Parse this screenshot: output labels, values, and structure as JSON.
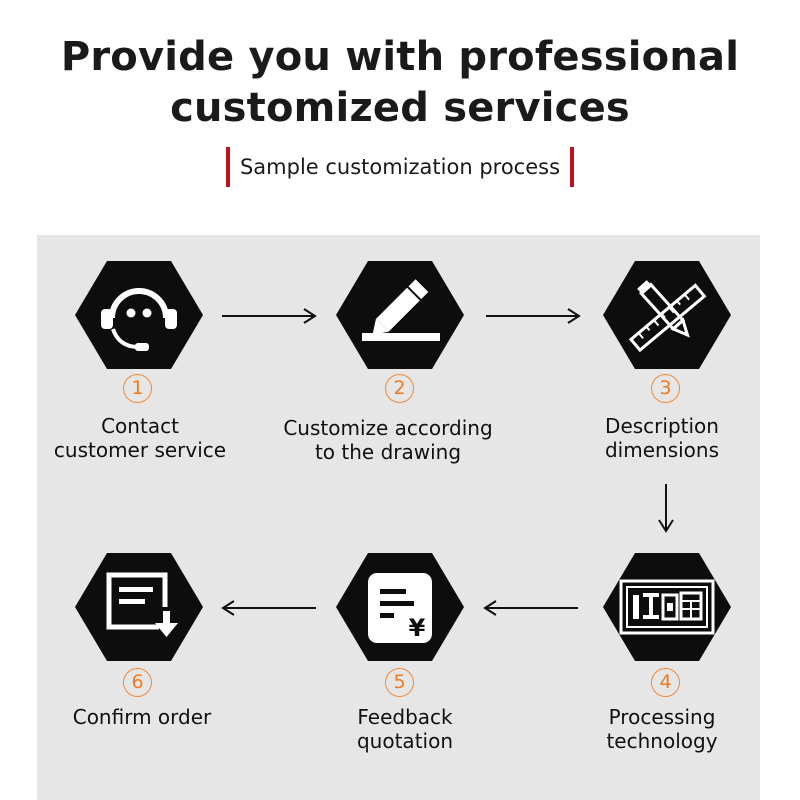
{
  "header": {
    "title_line1": "Provide you with professional",
    "title_line2": "customized services",
    "subtitle": "Sample customization process"
  },
  "colors": {
    "accent_red": "#c0121a",
    "step_number_orange": "#ef7a1f",
    "panel_bg": "#e6e6e6",
    "hex_fill": "#0d0d0d"
  },
  "steps": [
    {
      "number": "1",
      "icon": "headset-icon",
      "line1": "Contact",
      "line2": "customer service"
    },
    {
      "number": "2",
      "icon": "pencil-icon",
      "line1": "Customize according",
      "line2": "to the drawing"
    },
    {
      "number": "3",
      "icon": "ruler-pencil-icon",
      "line1": "Description",
      "line2": "dimensions"
    },
    {
      "number": "4",
      "icon": "machining-icon",
      "line1": "Processing",
      "line2": "technology"
    },
    {
      "number": "5",
      "icon": "quotation-icon",
      "line1": "Feedback",
      "line2": "quotation",
      "symbol": "¥"
    },
    {
      "number": "6",
      "icon": "order-download-icon",
      "line1": "Confirm order",
      "line2": ""
    }
  ]
}
